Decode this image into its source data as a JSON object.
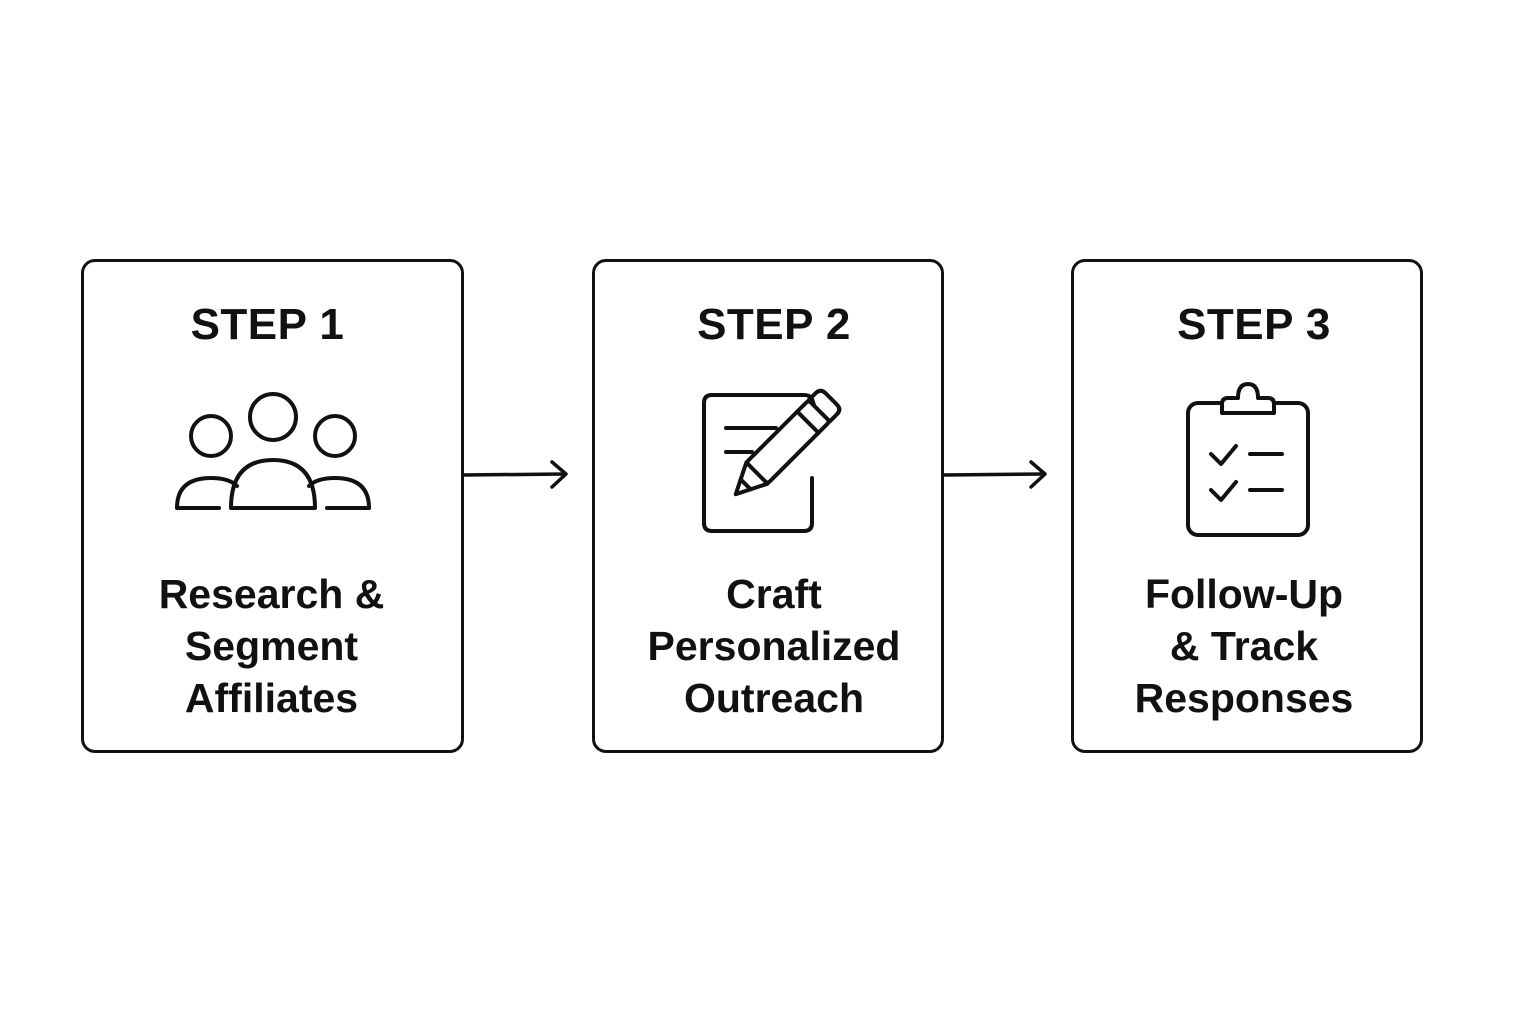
{
  "steps": [
    {
      "title": "STEP 1",
      "icon": "people-group-icon",
      "label_lines": [
        "Research &",
        "Segment",
        "Affiliates"
      ]
    },
    {
      "title": "STEP 2",
      "icon": "document-pencil-icon",
      "label_lines": [
        "Craft",
        "Personalized",
        "Outreach"
      ]
    },
    {
      "title": "STEP 3",
      "icon": "clipboard-checklist-icon",
      "label_lines": [
        "Follow-Up",
        "& Track",
        "Responses"
      ]
    }
  ],
  "colors": {
    "stroke": "#111111",
    "background": "#ffffff"
  }
}
